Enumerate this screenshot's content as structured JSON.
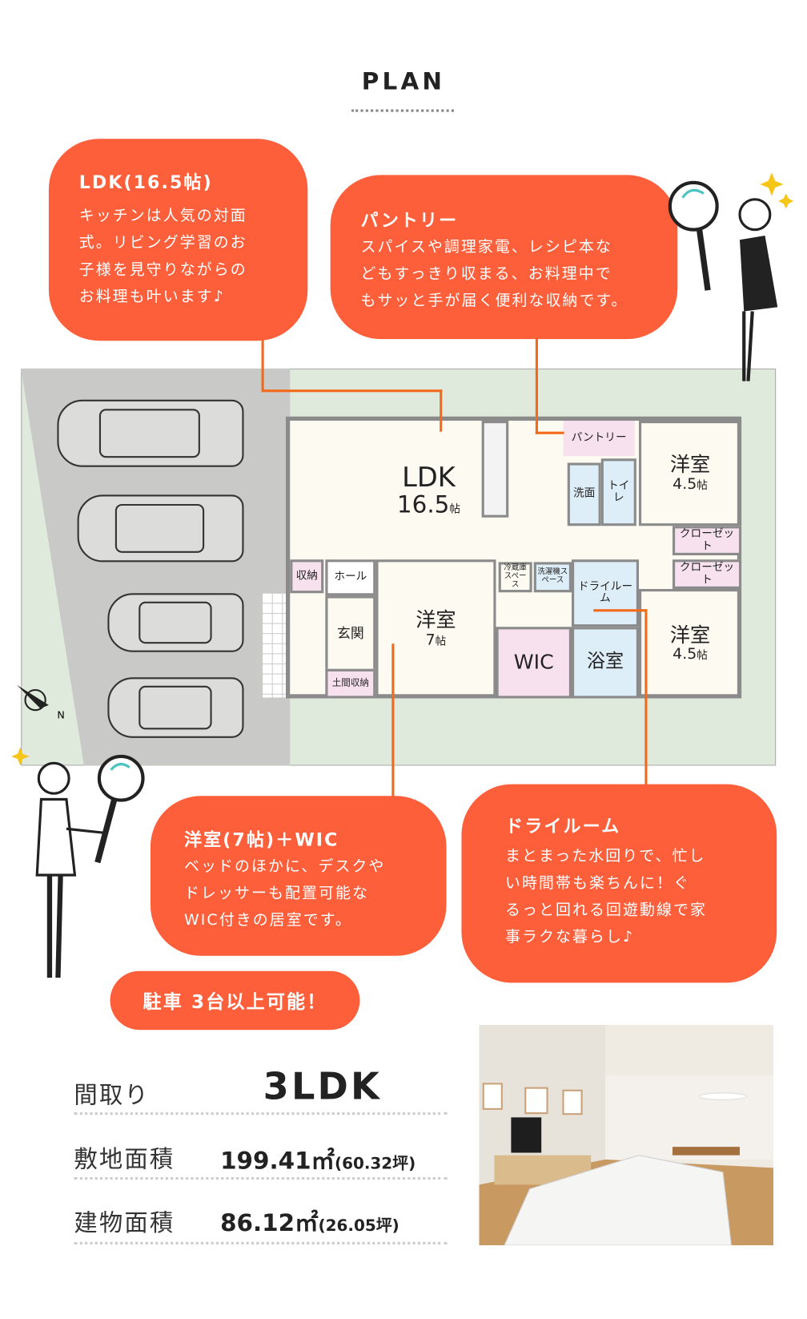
{
  "header": {
    "title": "PLAN"
  },
  "bubbles": {
    "ldk": {
      "title": "LDK(16.5帖)",
      "lines": [
        "キッチンは人気の対面",
        "式。リビング学習のお",
        "子様を見守りながらの",
        "お料理も叶います♪"
      ]
    },
    "pantry": {
      "title": "パントリー",
      "lines": [
        "スパイスや調理家電、レシピ本な",
        "どもすっきり収まる、お料理中で",
        "もサッと手が届く便利な収納です。"
      ]
    },
    "western": {
      "title": "洋室(7帖)＋WIC",
      "lines": [
        "ベッドのほかに、デスクや",
        "ドレッサーも配置可能な",
        "WIC付きの居室です。"
      ]
    },
    "dryroom": {
      "title": "ドライルーム",
      "lines": [
        "まとまった水回りで、忙し",
        "い時間帯も楽ちんに！ぐ",
        "るっと回れる回遊動線で家",
        "事ラクな暮らし♪"
      ]
    }
  },
  "parking": {
    "label": "駐車 3台以上可能！"
  },
  "floorplan": {
    "ldk": "LDK",
    "ldk_size": "16.5",
    "jo": "帖",
    "pantry": "パントリー",
    "washroom": "洗面",
    "toilet": "トイレ",
    "western_room": "洋室",
    "size_45": "4.5",
    "size_7": "7",
    "closet": "クローゼット",
    "storage": "収納",
    "hall": "ホール",
    "entrance": "玄関",
    "doma_storage": "土間収納",
    "fridge_space": "冷蔵庫スペース",
    "washer_space": "洗濯機スペース",
    "dry_room": "ドライルーム",
    "wic": "WIC",
    "bathroom": "浴室"
  },
  "specs": [
    {
      "label": "間取り",
      "value": "3LDK",
      "sub": ""
    },
    {
      "label": "敷地面積",
      "value": "199.41㎡",
      "sub": "(60.32坪)"
    },
    {
      "label": "建物面積",
      "value": "86.12㎡",
      "sub": "(26.05坪)"
    }
  ],
  "colors": {
    "accent": "#fd5f3b",
    "line": "#f26b1d",
    "lot": "#dfeadc",
    "pink": "#f7e1ee",
    "blue": "#deeef9"
  }
}
